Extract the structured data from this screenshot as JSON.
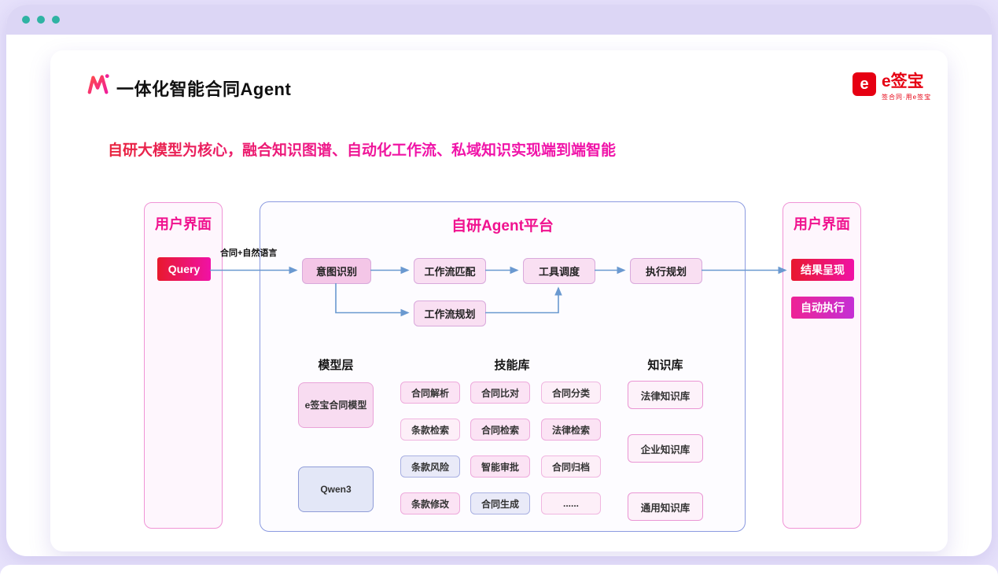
{
  "header": {
    "title": "一体化智能合同Agent",
    "brand_glyph": "e",
    "brand_name": "e签宝",
    "brand_tagline": "签合同·用e签宝"
  },
  "subtitle": "自研大模型为核心，融合知识图谱、自动化工作流、私域知识实现端到端智能",
  "diagram": {
    "left_panel": {
      "title": "用户界面",
      "query": "Query"
    },
    "arrow_label": "合同+自然语言",
    "platform": {
      "title": "自研Agent平台",
      "flow": [
        "意图识别",
        "工作流匹配",
        "工具调度",
        "执行规划"
      ],
      "branch": "工作流规划",
      "model_layer": {
        "title": "模型层",
        "items": [
          "e签宝合同模型",
          "Qwen3"
        ]
      },
      "skills": {
        "title": "技能库",
        "items": [
          "合同解析",
          "合同比对",
          "合同分类",
          "条款检索",
          "合同检索",
          "法律检索",
          "条款风险",
          "智能审批",
          "合同归档",
          "条款修改",
          "合同生成",
          "......"
        ]
      },
      "knowledge": {
        "title": "知识库",
        "items": [
          "法律知识库",
          "企业知识库",
          "通用知识库"
        ]
      }
    },
    "right_panel": {
      "title": "用户界面",
      "outputs": [
        "结果呈现",
        "自动执行"
      ]
    }
  },
  "colors": {
    "accent_pink": "#f0128f",
    "brand_red": "#e60012",
    "arrow_blue": "#6a99d0",
    "panel_border": "#f094d6",
    "platform_border": "#8b9ae0",
    "background_lavender": "#e7e2fb"
  }
}
